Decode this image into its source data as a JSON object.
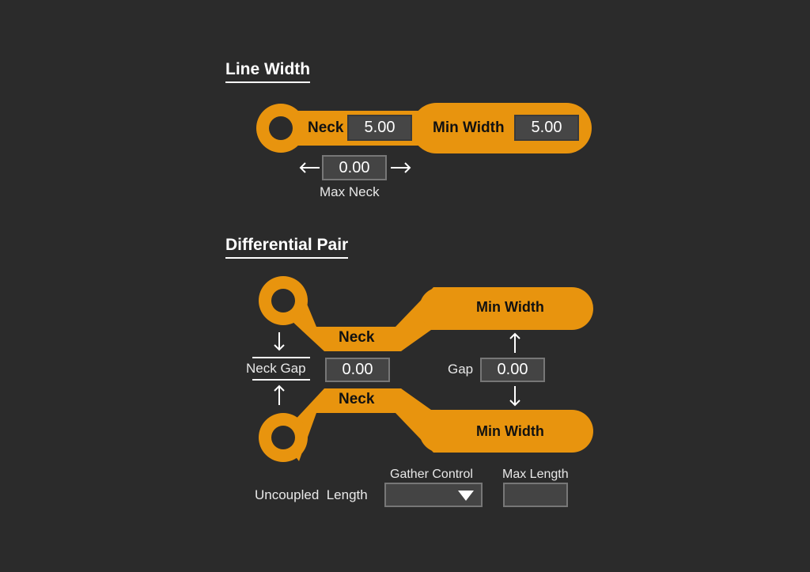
{
  "colors": {
    "background": "#2b2b2b",
    "trace": "#e8940e",
    "field_bg": "#444444",
    "text": "#ffffff"
  },
  "line_width": {
    "title": "Line Width",
    "neck_label": "Neck",
    "neck_value": "5.00",
    "min_width_label": "Min Width",
    "min_width_value": "5.00",
    "max_neck_value": "0.00",
    "max_neck_label": "Max Neck"
  },
  "diff_pair": {
    "title": "Differential Pair",
    "top_min_width_label": "Min Width",
    "top_neck_label": "Neck",
    "bottom_neck_label": "Neck",
    "bottom_min_width_label": "Min Width",
    "neck_gap_label": "Neck Gap",
    "neck_gap_value": "0.00",
    "gap_label": "Gap",
    "gap_value": "0.00",
    "uncoupled_length_label": "Uncoupled  Length",
    "gather_control_label": "Gather Control",
    "gather_control_value": "",
    "max_length_label": "Max Length",
    "max_length_value": ""
  }
}
